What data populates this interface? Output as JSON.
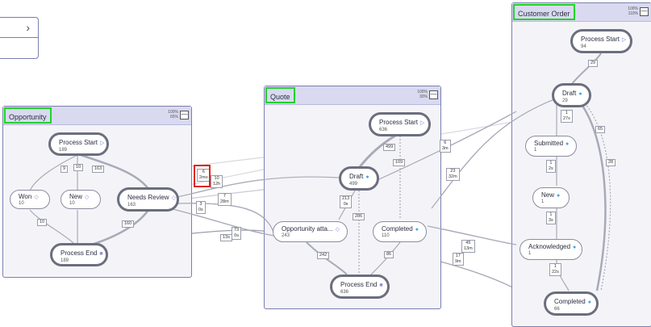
{
  "panels": {
    "opportunity": {
      "title": "Opportunity",
      "zoom_a": "100%",
      "zoom_b": "65%",
      "minimize": "—"
    },
    "quote": {
      "title": "Quote",
      "zoom_a": "100%",
      "zoom_b": "30%",
      "minimize": "—"
    },
    "customer": {
      "title": "Customer Order",
      "zoom_a": "100%",
      "zoom_b": "110%",
      "minimize": "—"
    }
  },
  "side_toggle": {
    "icon": "chevron-right-icon",
    "glyph": "›"
  },
  "nodes": {
    "opp_start": {
      "name": "Process Start",
      "count": "189",
      "icon": "▷"
    },
    "opp_won": {
      "name": "Won",
      "count": "10",
      "icon": "◇"
    },
    "opp_new": {
      "name": "New",
      "count": "10",
      "icon": "◇"
    },
    "opp_review": {
      "name": "Needs Review",
      "count": "163",
      "icon": "◇"
    },
    "opp_end": {
      "name": "Process End",
      "count": "189",
      "icon": "■"
    },
    "q_start": {
      "name": "Process Start",
      "count": "636",
      "icon": "▷"
    },
    "q_draft": {
      "name": "Draft",
      "count": "499",
      "icon": "●"
    },
    "q_attach": {
      "name": "Opportunity atta...",
      "count": "243",
      "icon": "◇"
    },
    "q_completed": {
      "name": "Completed",
      "count": "110",
      "icon": "●"
    },
    "q_end": {
      "name": "Process End",
      "count": "636",
      "icon": "■"
    },
    "c_start": {
      "name": "Process Start",
      "count": "94",
      "icon": "▷"
    },
    "c_draft": {
      "name": "Draft",
      "count": "29",
      "icon": "●"
    },
    "c_submitted": {
      "name": "Submitted",
      "count": "1",
      "icon": "●"
    },
    "c_new": {
      "name": "New",
      "count": "1",
      "icon": "●"
    },
    "c_ack": {
      "name": "Acknowledged",
      "count": "1",
      "icon": "●"
    },
    "c_completed": {
      "name": "Completed",
      "count": "66",
      "icon": "●"
    }
  },
  "edge_labels": {
    "e1": "9",
    "e2": "10",
    "e3": "163",
    "e4": "10",
    "e5": "160",
    "e6": "6",
    "e6b": "2mo",
    "e7": "10",
    "e7b": "12h",
    "e8": "7",
    "e8b": "28m",
    "e9": "3",
    "e9b": "0s",
    "e10": "73",
    "e10b": "0s",
    "e11": "13s",
    "e12": "499",
    "e13": "109",
    "e14": "213",
    "e14b": "0s",
    "e15": "286",
    "e16": "242",
    "e17": "86",
    "e18": "6",
    "e18b": "3m",
    "e19": "23",
    "e19b": "32m",
    "e20": "45",
    "e20b": "13m",
    "e21": "17",
    "e21b": "9m",
    "e22": "29",
    "e23": "1",
    "e23b": "27s",
    "e24": "65",
    "e25": "28",
    "e26": "1",
    "e26b": "2s",
    "e27": "1",
    "e27b": "3s",
    "e28": "1",
    "e28b": "22s"
  }
}
